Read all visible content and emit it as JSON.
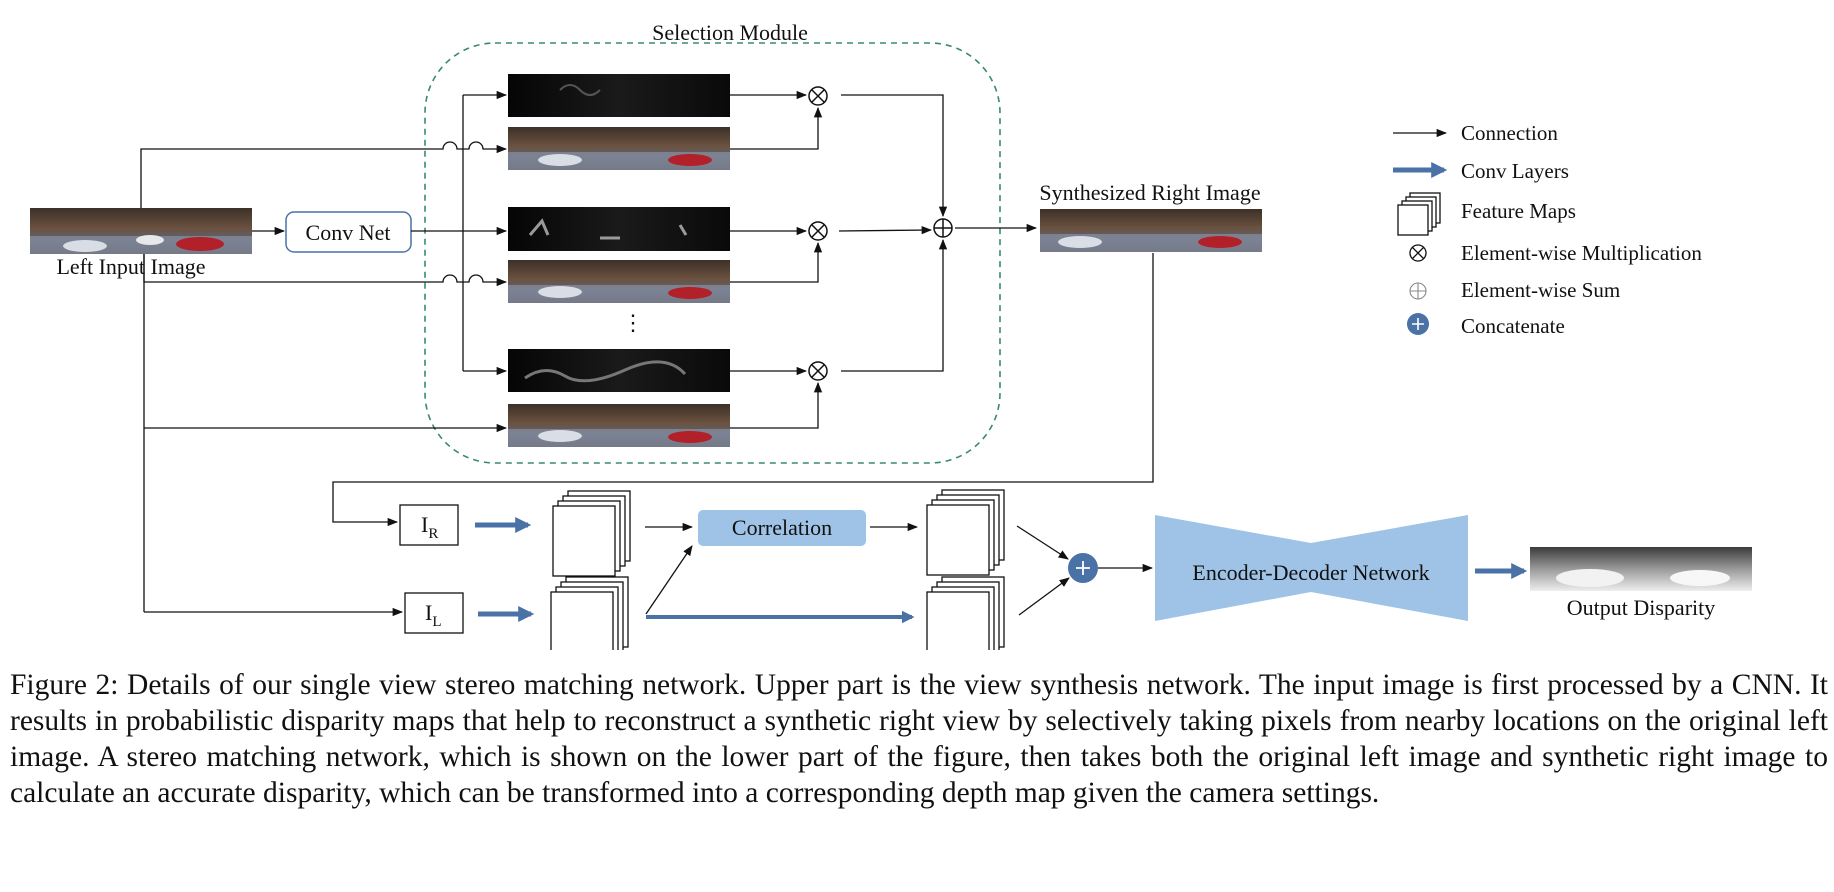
{
  "figure": {
    "module_title": "Selection Module",
    "left_input_label": "Left Input Image",
    "conv_net_label": "Conv Net",
    "synth_label": "Synthesized Right Image",
    "ir_label": "I",
    "ir_sub": "R",
    "il_label": "I",
    "il_sub": "L",
    "correlation_label": "Correlation",
    "encoder_label": "Encoder-Decoder Network",
    "output_label": "Output Disparity",
    "ellipsis": "⋮"
  },
  "legend": {
    "items": [
      {
        "label": "Connection",
        "icon": "thin-arrow-icon"
      },
      {
        "label": "Conv Layers",
        "icon": "thick-arrow-icon"
      },
      {
        "label": "Feature Maps",
        "icon": "feature-maps-icon"
      },
      {
        "label": "Element-wise Multiplication",
        "icon": "otimes-icon"
      },
      {
        "label": "Element-wise Sum",
        "icon": "oplus-icon"
      },
      {
        "label": "Concatenate",
        "icon": "concat-icon"
      }
    ]
  },
  "colors": {
    "accent_blue": "#4a72a6",
    "light_blue": "#9fc3e7",
    "dashed_green": "#3a8a6e"
  },
  "caption": "Figure 2: Details of our single view stereo matching network. Upper part is the view synthesis network. The input image is first processed by a CNN. It results in probabilistic disparity maps that help to reconstruct a synthetic right view by selectively taking pixels from nearby locations on the original left image. A stereo matching network, which is shown on the lower part of the figure, then takes both the original left image and synthetic right image to calculate an accurate disparity, which can be transformed into a corresponding depth map given the camera settings."
}
